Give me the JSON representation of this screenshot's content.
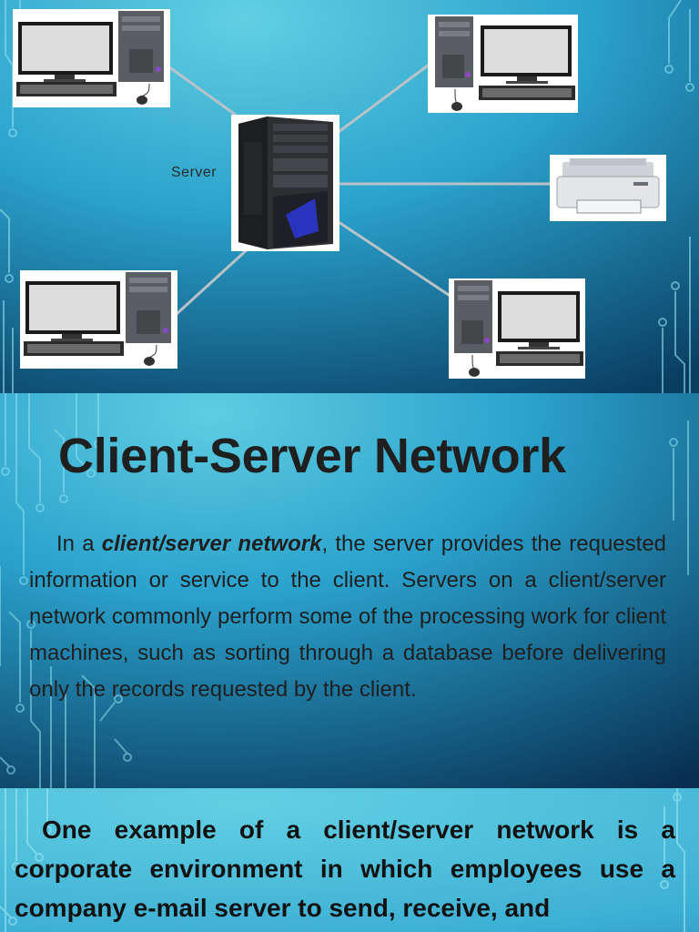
{
  "diagram": {
    "server_label": "Server",
    "nodes": [
      {
        "id": "client-top-left",
        "kind": "computer"
      },
      {
        "id": "client-top-right",
        "kind": "computer"
      },
      {
        "id": "printer",
        "kind": "printer"
      },
      {
        "id": "client-bottom-left",
        "kind": "computer"
      },
      {
        "id": "client-bottom-right",
        "kind": "computer"
      },
      {
        "id": "server",
        "kind": "server"
      }
    ]
  },
  "slide2": {
    "title": "Client-Server Network",
    "para_prefix": "In a ",
    "para_term": "client/server network",
    "para_rest": ", the server provides the requested information or service to the client. Servers on a client/server network commonly perform some of the processing work for client machines, such as sorting through a database before delivering only the records requested by the client."
  },
  "slide3": {
    "text": "One example of a client/server network is a corporate environment in which employees use a company e-mail server to send, receive, and"
  },
  "colors": {
    "bg_light": "#5ccbe0",
    "bg_mid": "#1d93c0",
    "bg_dark": "#0b3f63",
    "circuit": "#8fe0ef"
  }
}
